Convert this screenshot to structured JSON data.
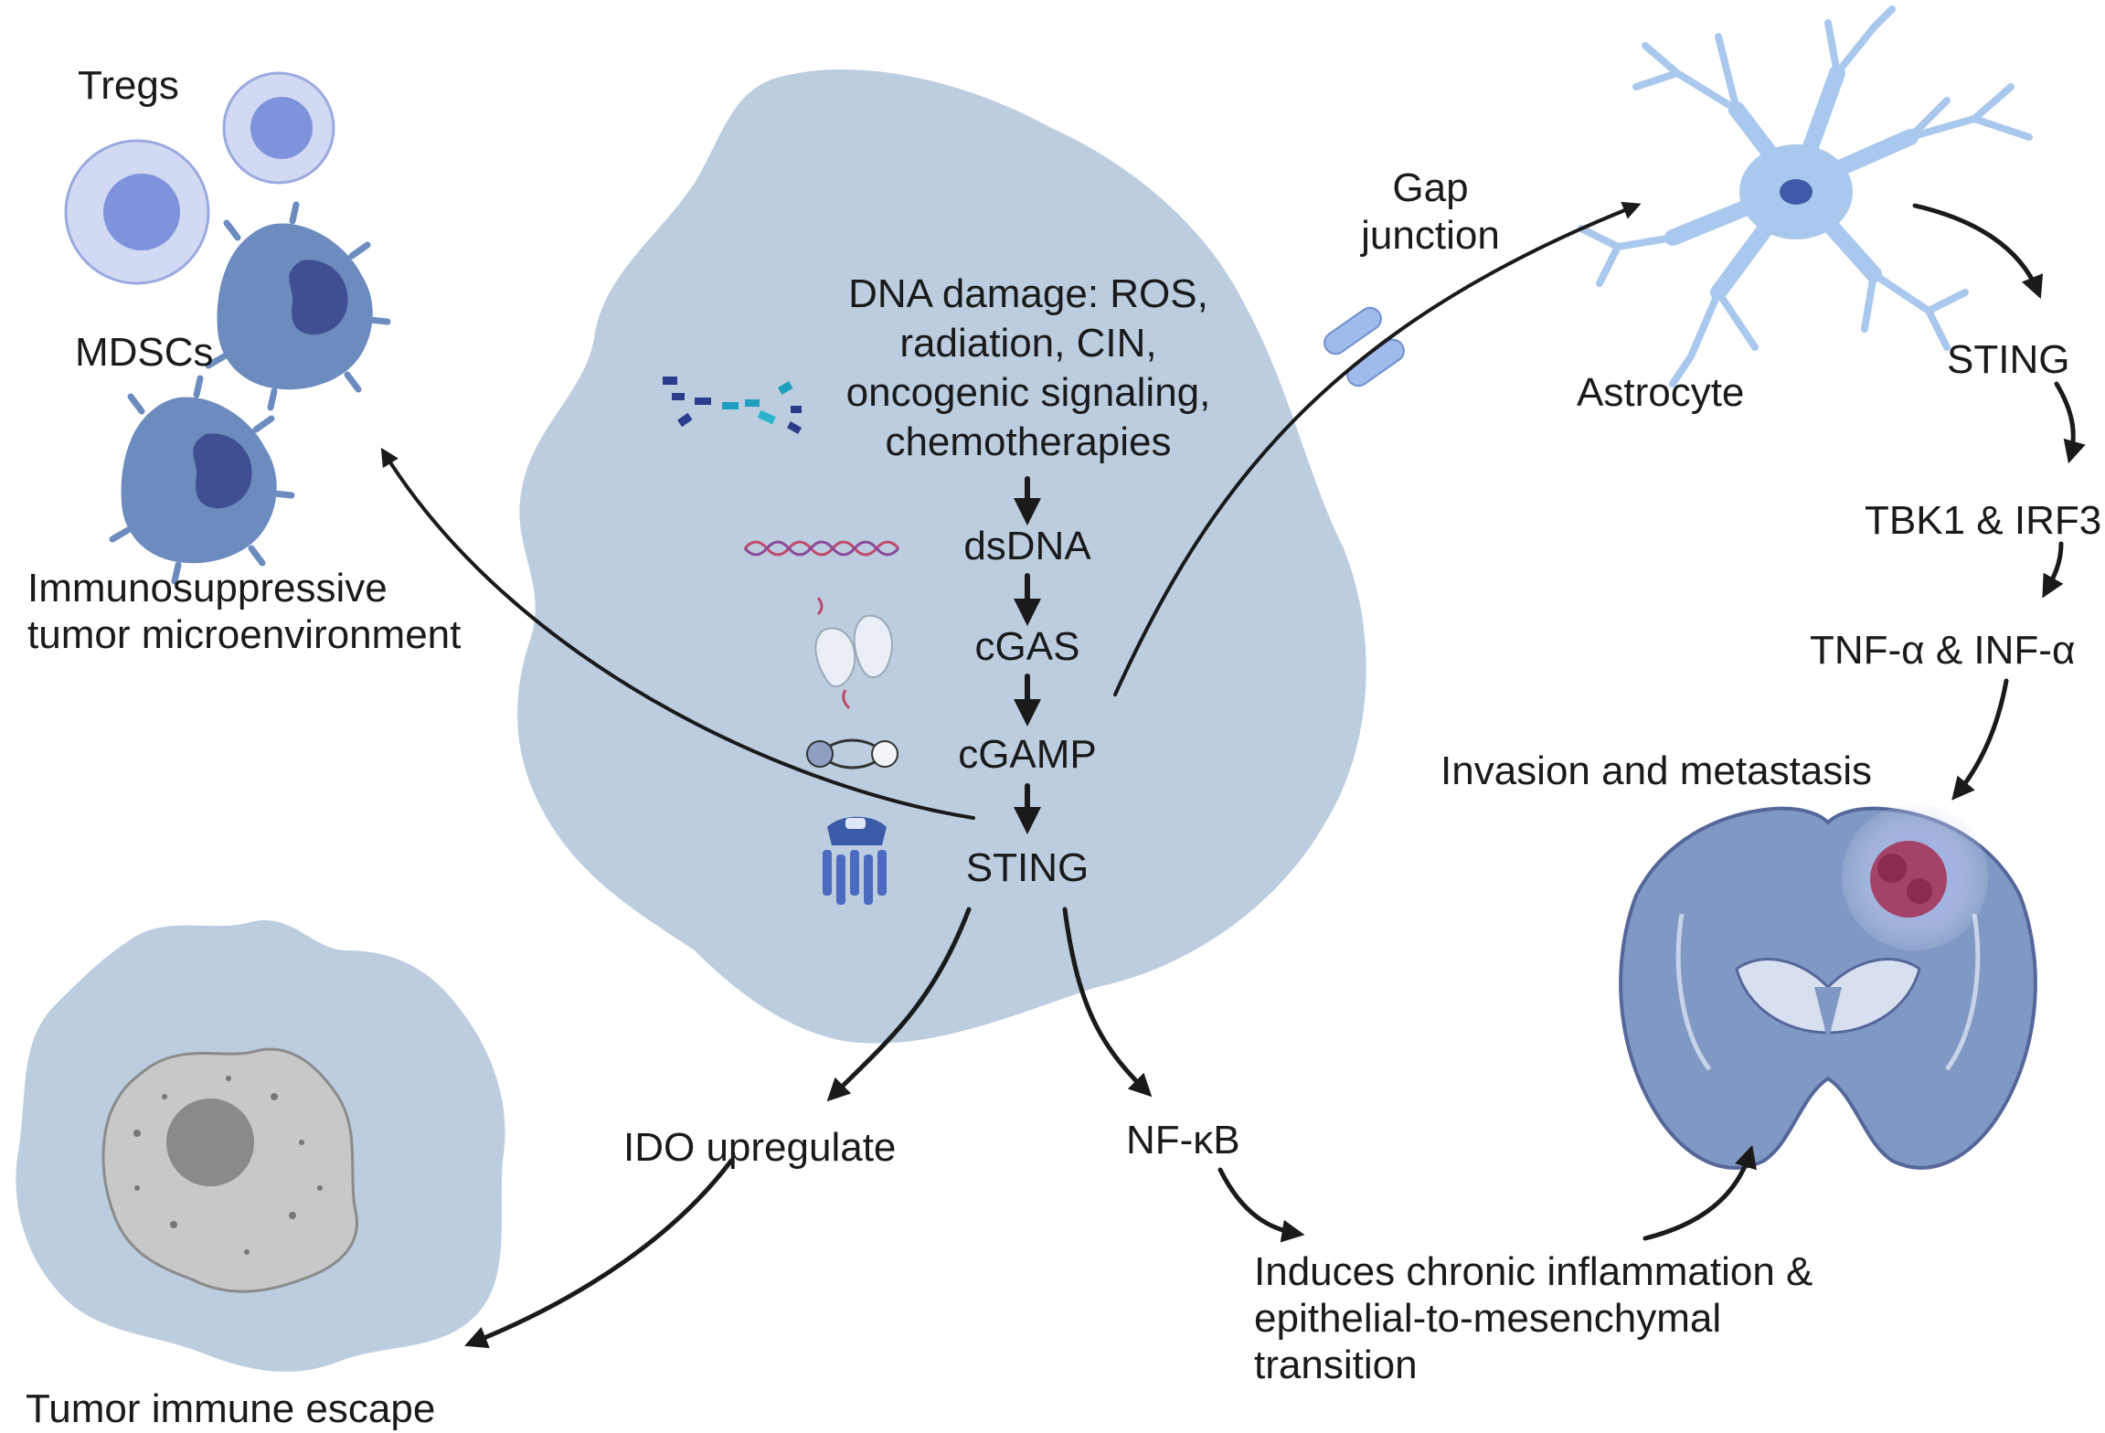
{
  "labels": {
    "tregs": "Tregs",
    "mdscs": "MDSCs",
    "immuno_1": "Immunosuppressive",
    "immuno_2": "tumor microenvironment",
    "dna_1": "DNA damage: ROS,",
    "dna_2": "radiation, CIN,",
    "dna_3": "oncogenic signaling,",
    "dna_4": "chemotherapies",
    "dsdna": "dsDNA",
    "cgas": "cGAS",
    "cgamp": "cGAMP",
    "sting_center": "STING",
    "gap_1": "Gap",
    "gap_2": "junction",
    "astrocyte": "Astrocyte",
    "sting_right": "STING",
    "tbk1": "TBK1 &  IRF3",
    "tnf": "TNF-α & INF-α",
    "invasion": "Invasion and metastasis",
    "ido": "IDO upregulate",
    "nfkb": "NF-κB",
    "induces_1": "Induces chronic inflammation &",
    "induces_2": "epithelial-to-mesenchymal",
    "induces_3": "transition",
    "tumor_escape": "Tumor immune escape"
  },
  "colors": {
    "tumor_cell": "#bccde0",
    "immune_cell": "#c9d1ee",
    "immune_nucleus": "#7f93dc",
    "mdsc": "#6c8cbf",
    "mdsc_nucleus": "#3f4f92",
    "astrocyte": "#a9c8ee",
    "brain": "#8099c4",
    "tumor_mass": "#a43a5c",
    "arrow": "#1a1a1a"
  }
}
